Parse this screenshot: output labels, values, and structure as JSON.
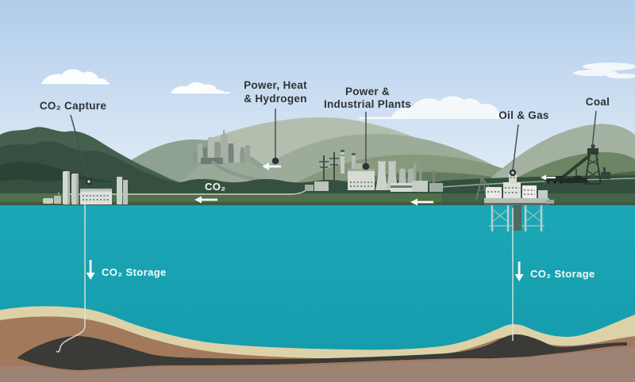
{
  "title": "Carbon Capture and Storage (CCS) illustration",
  "labels": {
    "co2_capture": "CO₂ Capture",
    "power_heat_1": "Power, Heat",
    "power_heat_2": "& Hydrogen",
    "power_industrial_1": "Power &",
    "power_industrial_2": "Industrial Plants",
    "oil_gas": "Oil & Gas",
    "coal": "Coal",
    "co2_flow": "CO₂",
    "co2_storage_left": "CO₂ Storage",
    "co2_storage_right": "CO₂ Storage"
  },
  "colors": {
    "sky_top": "#b0cdea",
    "sky_mid": "#cfe0f2",
    "sky_bottom": "#e9f1f8",
    "cloud": "#ffffff",
    "water": "#1ba7b6",
    "water_deep": "#149aab",
    "grass": "#517049",
    "forest": "#35503f",
    "land_dark": "#44614a",
    "sand": "#ddd1a8",
    "soil": "#a2795b",
    "deposit": "#3a3a37",
    "seabed": "#9c8374",
    "mountain_dark": "#374f41",
    "mountain_deep": "#2b4236",
    "mountain_back": "#46604f",
    "ridge_light": "#b3bfae",
    "ridge_sage": "#9dac98",
    "hill_olive": "#87997c",
    "hill_olive_dark": "#647b61",
    "ridge_right_light": "#a3b1a0",
    "hill_right_olive": "#6d8465",
    "hill_right_dark": "#4b6547",
    "city_gray": "#9aa998",
    "structure_light": "#d6dbd4",
    "structure_mid": "#b7c0b8",
    "structure_dark": "#6e7d73",
    "coal_dark": "#2e3c31",
    "label_text": "#2e3236",
    "leader_line": "#4a4f52",
    "pipe_line": "#e2e7dc",
    "white_text": "#f6fcfc"
  }
}
